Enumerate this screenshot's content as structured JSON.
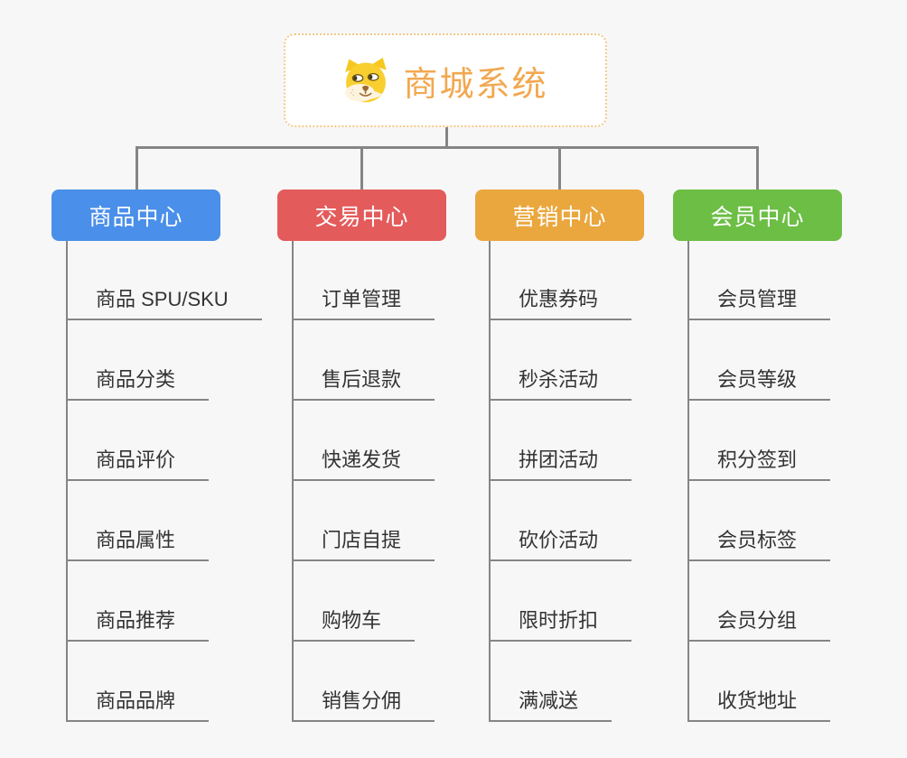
{
  "root": {
    "title": "商城系统",
    "icon": "doge-icon"
  },
  "colors": {
    "background": "#f7f7f7",
    "connector": "#858585",
    "root_border": "#f3c888",
    "root_title": "#f2a850",
    "leaf_text": "#333333",
    "branch_product": "#4a8fe9",
    "branch_trade": "#e45b5b",
    "branch_marketing": "#eaa73e",
    "branch_member": "#6cbe45"
  },
  "branches": [
    {
      "label": "商品中心",
      "color": "#4a8fe9",
      "items": [
        "商品 SPU/SKU",
        "商品分类",
        "商品评价",
        "商品属性",
        "商品推荐",
        "商品品牌"
      ]
    },
    {
      "label": "交易中心",
      "color": "#e45b5b",
      "items": [
        "订单管理",
        "售后退款",
        "快递发货",
        "门店自提",
        "购物车",
        "销售分佣"
      ]
    },
    {
      "label": "营销中心",
      "color": "#eaa73e",
      "items": [
        "优惠券码",
        "秒杀活动",
        "拼团活动",
        "砍价活动",
        "限时折扣",
        "满减送"
      ]
    },
    {
      "label": "会员中心",
      "color": "#6cbe45",
      "items": [
        "会员管理",
        "会员等级",
        "积分签到",
        "会员标签",
        "会员分组",
        "收货地址"
      ]
    }
  ]
}
